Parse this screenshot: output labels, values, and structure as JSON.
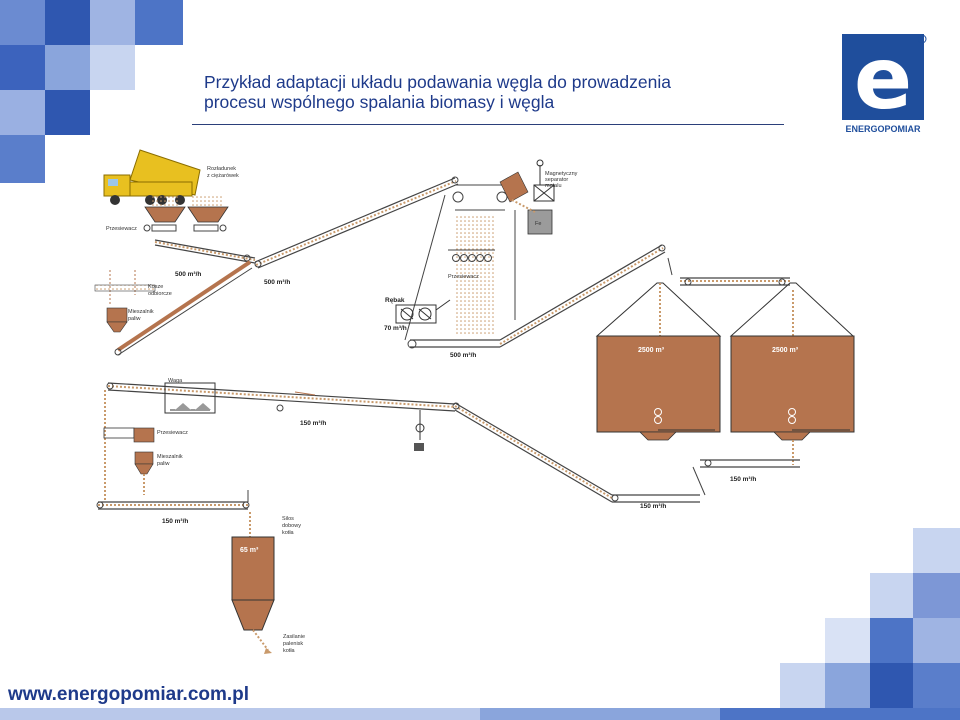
{
  "slide": {
    "title_line1": "Przykład adaptacji układu podawania węgla do prowadzenia",
    "title_line2": "procesu wspólnego spalania biomasy i węgla",
    "footer_url": "www.energopomiar.com.pl"
  },
  "logo": {
    "brand": "ENERGOPOMIAR",
    "letter": "e",
    "registered": "R"
  },
  "colors": {
    "title": "#1e3a8a",
    "logo_blue": "#1f4e9c",
    "silo": "#b5744e",
    "truck": "#e8c020",
    "conveyor": "#444444",
    "material": "#c99a6b"
  },
  "diagram": {
    "labels": {
      "rozladunek": "Rozładunek",
      "z_ciezarowek": "z ciężarówek",
      "przesiewacz": "Przesiewacz",
      "przesiewacz_2": "Przesiewacz",
      "separator_1": "Magnetyczny",
      "separator_2": "separator",
      "separator_3": "metalu",
      "fe": "Fe",
      "kosze": "Kosze",
      "kosze_2": "odbiorcze",
      "rebak": "Rębak",
      "flow_500a": "500 m³/h",
      "flow_500b": "500 m³/h",
      "flow_70": "70 m³/h",
      "flow_500c": "500 m³/h",
      "silo1": "2500 m³",
      "silo2": "2500 m³",
      "flow_150a": "150 m³/h",
      "flow_150b": "150 m³/h",
      "flow_150c": "150 m³/h",
      "flow_150d": "150 m³/h",
      "silo3": "65 m³",
      "silos_label_1": "Silos",
      "silos_label_2": "dobowy",
      "silos_label_3": "kotła",
      "zasilanie_1": "Zasilanie",
      "zasilanie_2": "palenisk",
      "zasilanie_3": "kotła",
      "mieszalnik_1": "Mieszalnik",
      "mieszalnik_2": "paliw",
      "mieszalnik_3": "Mieszalnik",
      "mieszalnik_4": "paliw",
      "waga": "Waga"
    }
  }
}
